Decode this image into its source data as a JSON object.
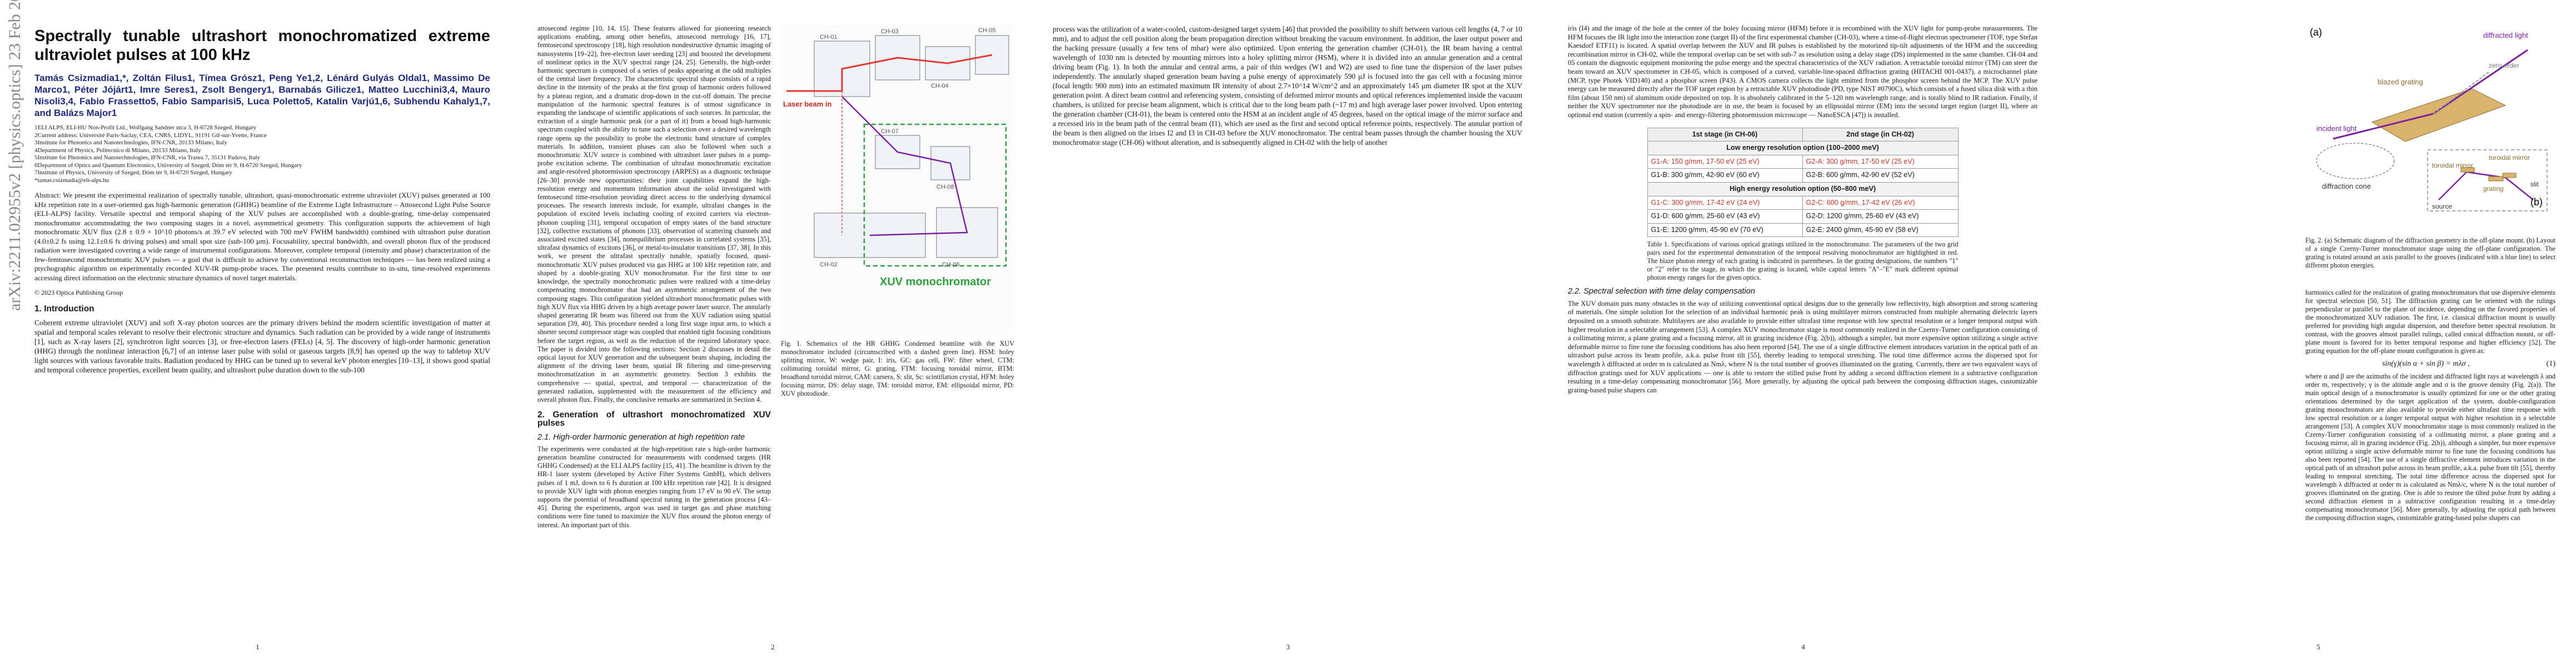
{
  "arxiv_stamp": "arXiv:2211.02955v2  [physics.optics]  23 Feb 2023",
  "page1": {
    "title": "Spectrally tunable ultrashort monochromatized extreme ultraviolet pulses at 100 kHz",
    "authors": "Tamás Csizmadia1,*, Zoltán Filus1, Tímea Grósz1, Peng Ye1,2, Lénárd Gulyás Oldal1, Massimo De Marco1, Péter Jójárt1, Imre Seres1, Zsolt Bengery1, Barnabás Gilicze1, Matteo Lucchini3,4, Mauro Nisoli3,4, Fabio Frassetto5, Fabio Samparisi5, Luca Poletto5, Katalin Varjú1,6, Subhendu Kahaly1,7, and Balázs Major1",
    "affiliations": [
      "1ELI ALPS, ELI-HU Non-Profit Ltd., Wolfgang Sandner utca 3, H-6728 Szeged, Hungary",
      "2Current address: Université Paris-Saclay, CEA, CNRS, LIDYL, 91191 Gif-sur-Yvette, France",
      "3Institute for Photonics and Nanotechnologies, IFN-CNR, 20133 Milano, Italy",
      "4Department of Physics, Politecnico di Milano, 20133 Milano, Italy",
      "5Institute for Photonics and Nanotechnologies, IFN-CNR, via Trasea 7, 35131 Padova, Italy",
      "6Department of Optics and Quantum Electronics, University of Szeged, Dóm tér 9, H-6720 Szeged, Hungary",
      "7Institute of Physics, University of Szeged, Dóm tér 9, H-6720 Szeged, Hungary",
      "*tamas.csizmadia@eli-alps.hu"
    ],
    "abstract": "Abstract: We present the experimental realization of spectrally tunable, ultrashort, quasi-monochromatic extreme ultraviolet (XUV) pulses generated at 100 kHz repetition rate in a user-oriented gas high-harmonic generation (GHHG) beamline of the Extreme Light Infrastructure – Attosecond Light Pulse Source (ELI-ALPS) facility. Versatile spectral and temporal shaping of the XUV pulses are accomplished with a double-grating, time-delay compensated monochromator accommodating the two composing stages in a novel, asymmetrical geometry. This configuration supports the achievement of high monochromatic XUV flux (2.8 ± 0.9 × 10^10 photons/s at 39.7 eV selected with 700 meV FWHM bandwidth) combined with ultrashort pulse duration (4.0±0.2 fs using 12.1±0.6 fs driving pulses) and small spot size (sub-100 μm). Focusability, spectral bandwidth, and overall photon flux of the produced radiation were investigated covering a wide range of instrumental configurations. Moreover, complete temporal (intensity and phase) characterization of the few-femtosecond monochromatic XUV pulses — a goal that is difficult to achieve by conventional reconstruction techniques — has been realized using a ptychographic algorithm on experimentally recorded XUV-IR pump-probe traces. The presented results contribute to in-situ, time-resolved experiments accessing direct information on the electronic structure dynamics of novel target materials.",
    "copyright": "© 2023 Optica Publishing Group",
    "section1_title": "1.   Introduction",
    "section1_text": "Coherent extreme ultraviolet (XUV) and soft X-ray photon sources are the primary drivers behind the modern scientific investigation of matter at spatial and temporal scales relevant to resolve their electronic structure and dynamics. Such radiation can be provided by a wide range of instruments [1], such as X-ray lasers [2], synchrotron light sources [3], or free-electron lasers (FELs) [4, 5]. The discovery of high-order harmonic generation (HHG) through the nonlinear interaction [6,7] of an intense laser pulse with solid or gaseous targets [8,9] has opened up the way to tabletop XUV light sources with various favorable traits. Radiation produced by HHG can be tuned up to several keV photon energies [10–13], it shows good spatial and temporal coherence properties, excellent beam quality, and ultrashort pulse duration down to the sub-100",
    "page_number": "1"
  },
  "page2": {
    "col_left": "attosecond regime [10, 14, 15]. These features allowed for pioneering research applications enabling, among other benefits, attosecond metrology [16, 17], femtosecond spectroscopy [18], high resolution nondestructive dynamic imaging of nanosystems [19–22], free-electron laser seeding [23] and boosted the development of nonlinear optics in the XUV spectral range [24, 25]. Generally, the high-order harmonic spectrum is composed of a series of peaks appearing at the odd multiples of the central laser frequency. The characteristic spectral shape consists of a rapid decline in the intensity of the peaks at the first group of harmonic orders followed by a plateau region, and a dramatic drop-down in the cut-off domain. The precise manipulation of the harmonic spectral features is of utmost significance in expanding the landscape of scientific applications of such sources. In particular, the extraction of a single harmonic peak (or a part of it) from a broad high-harmonic spectrum coupled with the ability to tune such a selection over a desired wavelength range opens up the possibility to probe the electronic band structure of complex materials. In addition, transient phases can also be followed when such a monochromatic XUV source is combined with ultrashort laser pulses in a pump-probe excitation scheme. The combination of ultrafast monochromatic excitation and angle-resolved photoemission spectroscopy (ARPES) as a diagnostic technique [26–30] provide new opportunities: their joint capabilities expand the high-resolution energy and momentum information about the solid investigated with femtosecond time-resolution providing direct access to the underlying dynamical processes. The research interests include, for example, ultrafast changes in the population of excited levels including cooling of excited carriers via electron-phonon coupling [31], temporal occupation of empty states of the band structure [32], collective excitations of phonons [33], observation of scattering channels and associated excited states [34], nonequilibrium processes in correlated systems [35], ultrafast dynamics of excitons [36], or metal-to-insulator transitions [37, 38]. In this work, we present the ultrafast spectrally tunable, spatially focused, quasi-monochromatic XUV pulses produced via gas HHG at 100 kHz repetition rate, and shaped by a double-grating XUV monochromator. For the first time to our knowledge, the spectrally monochromatic pulses were realized with a time-delay compensating monochromator that had an asymmetric arrangement of the two composing stages. This configuration yielded ultrashort monochromatic pulses with high XUV flux via HHG driven by a high average power laser source. The annularly shaped generating IR beam was filtered out from the XUV radiation using spatial separation [39, 40]. This procedure needed a long first stage input arm, to which a shorter second compressor stage was coupled that enabled tight focusing conditions before the target region, as well as the reduction of the required laboratory space. The paper is divided into the following sections: Section 2 discusses in detail the optical layout for XUV generation and the subsequent beam shaping, including the alignment of the driving laser beam, spatial IR filtering and time-preserving monochromatization in an asymmetric geometry. Section 3 exhibits the comprehensive — spatial, spectral, and temporal — characterization of the generated radiation, supplemented with the measurement of the efficiency and overall photon flux. Finally, the conclusive remarks are summarized in Section 4.",
    "section2_title": "2.   Generation of ultrashort monochromatized XUV pulses",
    "section21_title": "2.1.   High-order harmonic generation at high repetition rate",
    "section21_text": "The experiments were conducted at the high-repetition rate s high-order harmonic generation beamline constructed for measurements with condensed targets (HR GHHG Condensed) at the ELI ALPS facility [15, 41]. The beamline is driven by the HR-1 laser system (developed by Active Fiber Systems GmbH), which delivers pulses of 1 mJ, down to 6 fs duration at 100 kHz repetition rate [42]. It is designed to provide XUV light with photon energies ranging from 17 eV to 90 eV. The setup supports the potential of broadband spectral tuning in the generation process [43–45]. During the experiments, argon was used in target gas and phase matching conditions were fine tuned to maximize the XUV flux around the photon energy of interest. An important part of this",
    "figure1_labels": {
      "laser_beam_in": "Laser beam in",
      "monochromator": "XUV monochromator",
      "ch01": "CH-01",
      "ch02": "CH-02",
      "ch03": "CH-03",
      "ch04": "CH-04",
      "ch05": "CH-05",
      "ch06": "CH-06",
      "ch07": "CH-07",
      "ch08": "CH-08"
    },
    "figure1_caption": "Fig. 1. Schematics of the HR GHHG Condensed beamline with the XUV monochromator included (circumscribed with a dashed green line). HSM: holey splitting mirror, W: wedge pair, I: iris, GC: gas cell, FW: filter wheel, CTM: collimating toroidal mirror, G: grating, FTM: focusing toroidal mirror, BTM: broadband toroidal mirror, CAM: camera, S: slit, Sc: scintillation crystal, HFM: holey focusing mirror, DS: delay stage, TM: toroidal mirror, EM: ellipsoidal mirror, PD: XUV photodiode.",
    "page_number": "2"
  },
  "page3": {
    "col_left": "process was the utilization of a water-cooled, custom-designed target system [46] that provided the possibility to shift between various cell lengths (4, 7 or 10 mm), and to adjust the cell position along the beam propagation direction without breaking the vacuum environment. In addition, the laser output power and the backing pressure (usually a few tens of mbar) were also optimized. Upon entering the generation chamber (CH-01), the IR beam having a central wavelength of 1030 nm is detected by mounting mirrors into a holey splitting mirror (HSM), where it is divided into an annular generation and a central driving beam (Fig. 1). In both the annular and central arms, a pair of thin wedges (W1 and W2) are used to fine tune the dispersion of the laser pulses independently. The annularly shaped generation beam having a pulse energy of approximately 590 μJ is focused into the gas cell with a focusing mirror (focal length: 900 mm) into an estimated maximum IR intensity of about 2.7×10^14 W/cm^2 and an approximately 145 μm diameter IR spot at the XUV generation point. A direct beam control and referencing system, consisting of deformed mirror mounts and optical references implemented inside the vacuum chambers, is utilized for precise beam alignment, which is critical due to the long beam path (~17 m) and high average laser power involved. Upon entering the generation chamber (CH-01), the beam is centered onto the HSM at an incident angle of 45 degrees, based on the optical image of the mirror surface and a recessed iris in the beam path of the central beam (I1), which are used as the first and second optical reference points, respectively. The annular portion of the beam is then aligned on the irises I2 and I3 in CH-03 before the XUV monochromator. The central beam passes through the chamber housing the XUV monochromator stage (CH-06) without alteration, and is subsequently aligned in CH-02 with the help of another",
    "page_number": "3"
  },
  "page4": {
    "col_left": "iris (I4) and the image of the hole at the center of the holey focusing mirror (HFM) before it is recombined with the XUV light for pump-probe measurements. The HFM focuses the IR light into the interaction zone (target II) of the first experimental chamber (CH-03), where a time-of-flight electron spectrometer (TOF, type Stefan Kaesdorf ETF11) is located. A spatial overlap between the XUV and IR pulses is established by the motorized tip-tilt adjustments of the HFM and the succeeding recombination mirror in CH-02, while the temporal overlap can be set with sub-7 as resolution using a delay stage (DS) implemented in the same chamber. CH-04 and 05 contain the diagnostic equipment monitoring the pulse energy and the spectral characteristics of the XUV radiation. A retractable toroidal mirror (TM) can steer the beam toward an XUV spectrometer in CH-05, which is composed of a curved, variable-line-spaced diffraction grating (HITACHI 001-0437), a microchannel plate (MCP, type Photek VID140) and a phosphor screen (P43). A CMOS camera collects the light emitted from the phosphor screen behind the MCP. The XUV pulse energy can be measured directly after the TOF target region by a retractable XUV photodiode (PD, type NIST #0790C), which consists of a fused silica disk with a thin film (about 150 nm) of aluminum oxide deposited on top. It is absolutely calibrated in the 5–120 nm wavelength range, and is totally blind to IR radiation. Finally, if neither the XUV spectrometer nor the photodiode are in use, the beam is focused by an ellipsoidal mirror (EM) into the second target region (target II), where an optional end station (currently a spin- and energy-filtering photoemission microscope — NanoESCA [47]) is installed.",
    "table": {
      "header": [
        "1st stage (in CH-06)",
        "2nd stage (in CH-02)"
      ],
      "low_title": "Low energy resolution option (100–2000 meV)",
      "low_rows": [
        [
          "G1-A: 150 g/mm, 17-50 eV (25 eV)",
          "G2-A: 300 g/mm, 17-50 eV (25 eV)"
        ],
        [
          "G1-B: 300 g/mm, 42-90 eV (60 eV)",
          "G2-B: 600 g/mm, 42-90 eV (52 eV)"
        ]
      ],
      "high_title": "High energy resolution option (50–800 meV)",
      "high_rows": [
        [
          "G1-C: 300 g/mm, 17-42 eV (24 eV)",
          "G2-C: 600 g/mm, 17-42 eV (26 eV)"
        ],
        [
          "G1-D: 600 g/mm, 25-60 eV (43 eV)",
          "G2-D: 1200 g/mm, 25-60 eV (43 eV)"
        ],
        [
          "G1-E: 1200 g/mm, 45-90 eV (70 eV)",
          "G2-E: 2400 g/mm, 45-90 eV (58 eV)"
        ]
      ]
    },
    "table_caption": "Table 1. Specifications of various optical gratings utilized in the monochromator. The parameters of the two grid pairs used for the experimental demonstration of the temporal resolving monochromator are highlighted in red. The blaze photon energy of each grating is indicated in parentheses. In the grating designations, the numbers \"1\" or \"2\" refer to the stage, in which the grating is located, while capital letters \"A\"–\"E\" mark different optimal photon energy ranges for the given optics.",
    "section22_title": "2.2.   Spectral selection with time delay compensation",
    "section22_text": "The XUV domain puts many obstacles in the way of utilizing conventional optical designs due to the generally low reflectivity, high absorption and strong scattering of materials. One simple solution for the selection of an individual harmonic peak is using multilayer mirrors constructed from multiple alternating dielectric layers deposited on a smooth substrate. Multilayers are also available to provide either ultrafast time response with low spectral resolution or a longer temporal output with higher resolution in a selectable arrangement [53]. A complex XUV monochromator stage is most commonly realized in the Czerny-Turner configuration consisting of a collimating mirror, a plane grating and a focusing mirror, all in grazing incidence (Fig. 2(b)), although a simpler, but more expensive option utilizing a single active deformable mirror to fine tune the focusing conditions has also been reported [54]. The use of a single diffractive element introduces variation in the optical path of an ultrashort pulse across its beam profile, a.k.a. pulse front tilt [55], thereby leading to temporal stretching. The total time difference across the dispersed spot for wavelength λ diffracted at order m is calculated as Nmλ, where N is the total number of grooves illuminated on the grating. Currently, there are two equivalent ways of diffraction gratings used for XUV applications — one is able to restore the stilled pulse front by adding a second diffraction element in a subtractive configuration resulting in a time-delay compensating monochromator [56]. More generally, by adjusting the optical path between the composing diffraction stages, customizable grating-based pulse shapers can",
    "page_number": "4"
  },
  "page5": {
    "figure2_labels": {
      "a": "(a)",
      "b": "(b)",
      "diffracted_light": "diffracted light",
      "zero_order": "zero order",
      "blazed_grating": "blazed grating",
      "incident_light": "incident light",
      "diffraction_cone": "diffraction cone",
      "toroidal_mirror": "toroidal mirror",
      "toroidal_mirror_2": "toroidal mirror",
      "grating": "grating",
      "slit": "slit",
      "source": "source"
    },
    "figure2_caption": "Fig. 2. (a) Schematic diagram of the diffraction geometry in the off-plane mount. (b) Layout of a single Czerny-Turner monochromator stage using the off-plane configuration. The grating is rotated around an axis parallel to the grooves (indicated with a blue line) to select different photon energies.",
    "col_right": "harmonics called for the realization of grating monochromators that use dispersive elements for spectral selection [50, 51]. The diffraction grating can be oriented with the rulings perpendicular or parallel to the plane of incidence, depending on the favored properties of the monochromatized XUV radiation. The first, i.e. classical diffraction mount is usually preferred for providing high angular dispersion, and therefore better spectral resolution. In contrast, with the grooves almost parallel rulings, called conical diffraction mount, or off-plane mount is favored for its better temporal response and higher efficiency [52]. The grating equation for the off-plane mount configuration is given as:",
    "equation": "sin(γ)(sin α + sin β) = mλσ ,",
    "equation_num": "(1)",
    "col_right_2": "where α and β are the azimuths of the incident and diffracted light rays at wavelength λ and order m, respectively; γ is the altitude angle and σ is the groove density (Fig. 2(a)). The main optical design of a monochromator is usually optimized for one or the other grating orientations determined by the target application of the system, double-configuration grating monochromators are also available to provide either ultrafast time response with low spectral resolution or a longer temporal output with higher resolution in a selectable arrangement [53]. A complex XUV monochromator stage is most commonly realized in the Czerny-Turner configuration consisting of a collimating mirror, a plane grating and a focusing mirror, all in grazing incidence (Fig. 2(b)), although a simpler, but more expensive option utilizing a single active deformable mirror to fine tune the focusing conditions has also been reported [54]. The use of a single diffractive element introduces variation in the optical path of an ultrashort pulse across its beam profile, a.k.a. pulse front tilt [55], thereby leading to temporal stretching. The total time difference across the dispersed spot for wavelength λ diffracted at order m is calculated as Nmλ/c, where N is the total number of grooves illuminated on the grating. One is able to restore the tilted pulse front by adding a second diffraction element in a subtractive configuration resulting in a time-delay compensating monochromator [56]. More generally, by adjusting the optical path between the composing diffraction stages, customizable grating-based pulse shapers can",
    "page_number": "5"
  }
}
